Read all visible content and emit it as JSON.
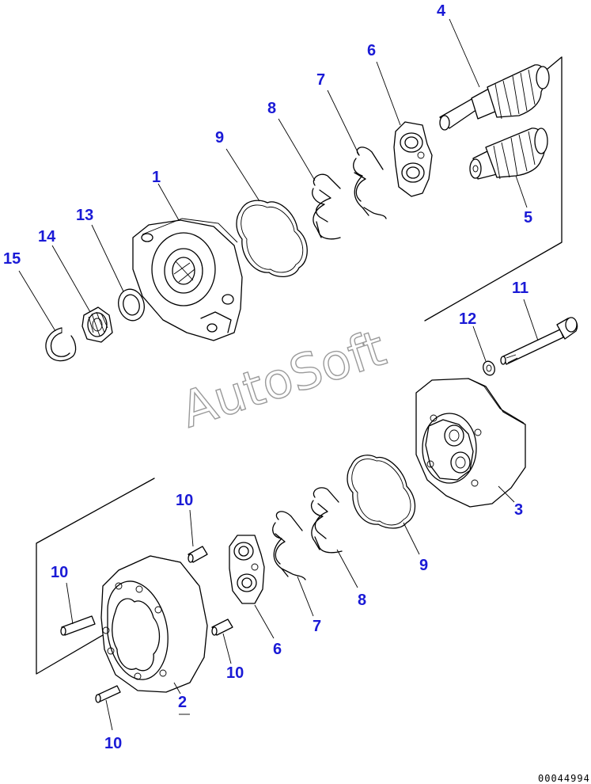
{
  "labels": {
    "p1": "1",
    "p2": "2",
    "p3": "3",
    "p4": "4",
    "p5": "5",
    "p6_top": "6",
    "p6_bottom": "6",
    "p7_top": "7",
    "p7_bottom": "7",
    "p8_top": "8",
    "p8_bottom": "8",
    "p9_top": "9",
    "p9_bottom": "9",
    "p10_a": "10",
    "p10_b": "10",
    "p10_c": "10",
    "p10_d": "10",
    "p11": "11",
    "p12": "12",
    "p13": "13",
    "p14": "14",
    "p15": "15"
  },
  "watermark": "AutoSoft",
  "drawing_code": "00044994",
  "colors": {
    "label": "#1a1ad6",
    "line": "#000000",
    "watermark": "#9a9a9a",
    "background": "#ffffff"
  }
}
